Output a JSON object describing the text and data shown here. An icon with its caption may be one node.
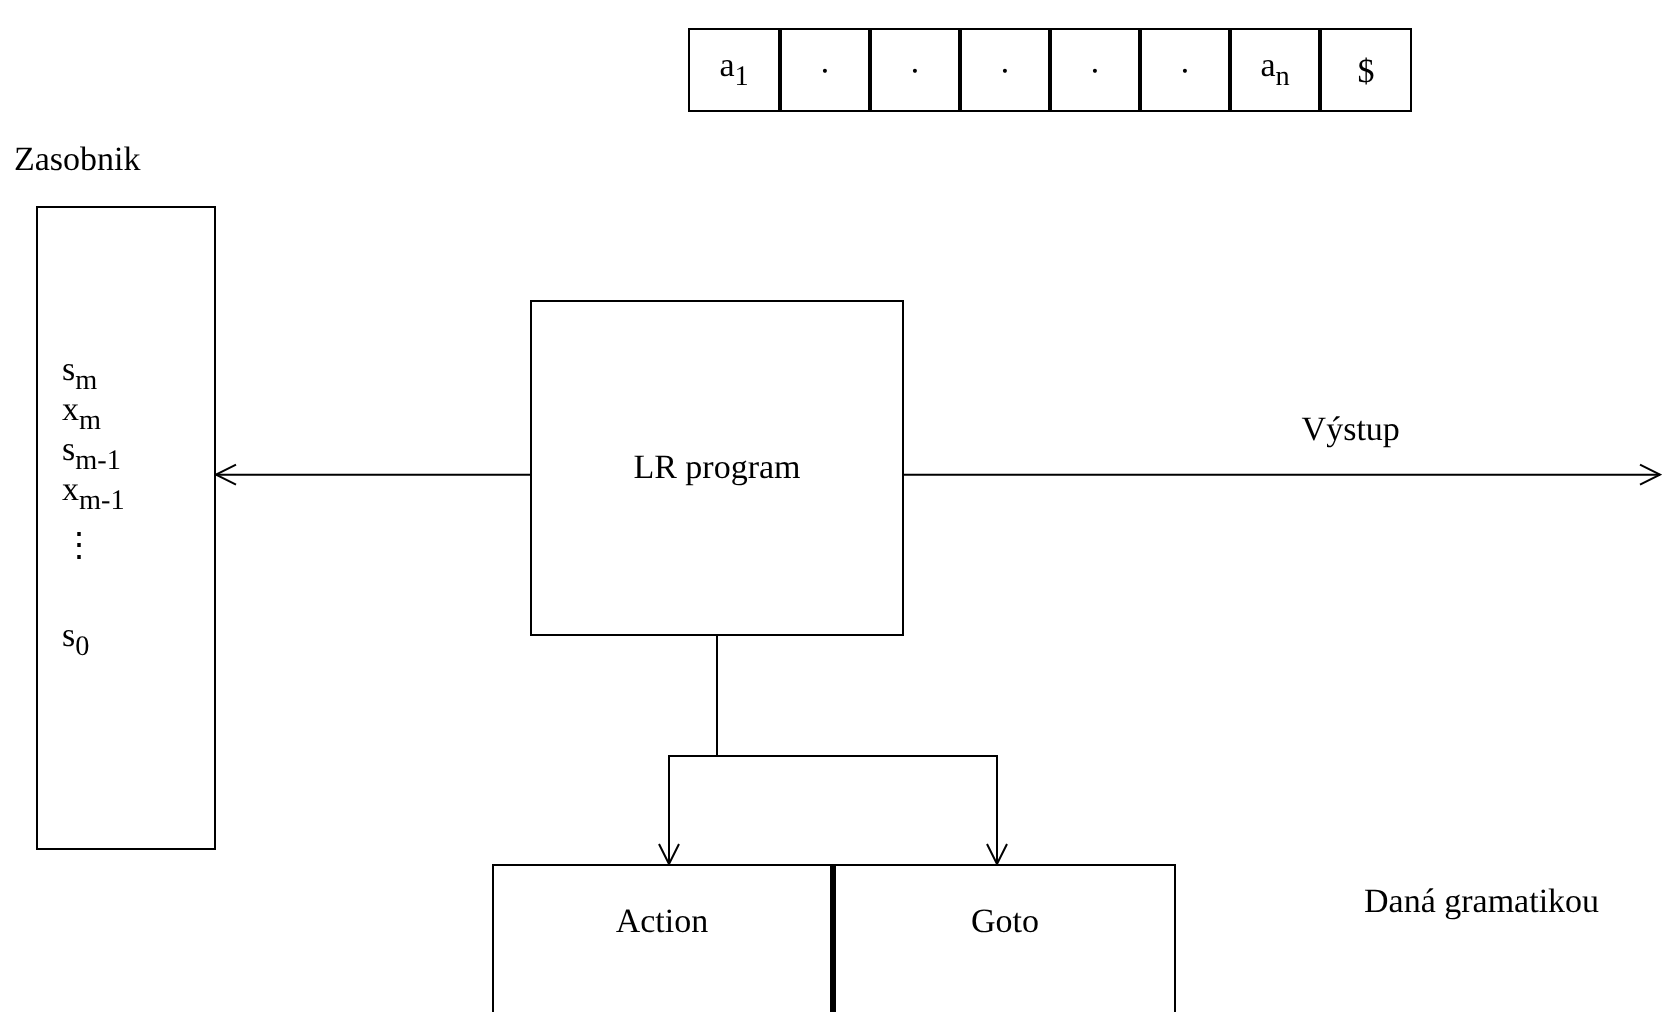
{
  "diagram": {
    "nodes": [
      {
        "text": [
          "a$_{1}$"
        ]
      },
      {
        "text": [
          "·"
        ]
      },
      {
        "text": [
          "·"
        ]
      },
      {
        "text": [
          "·"
        ]
      },
      {
        "text": [
          "·"
        ]
      },
      {
        "text": [
          "·"
        ]
      },
      {
        "text": [
          "a$_{n}$"
        ]
      },
      {
        "text": [
          "$"
        ]
      },
      {
        "text": [
          "Zasobnik",
          "s$_{m}$",
          "x$_{m}$",
          "s$_{m-1}$",
          "x$_{m-1}$",
          "⋮",
          "s$_{0}$"
        ]
      },
      {
        "text": [
          "LR program"
        ]
      },
      {
        "text": [
          "Action"
        ]
      },
      {
        "text": [
          "Goto"
        ]
      }
    ],
    "edges": [
      {
        "from": 9,
        "to": 8,
        "arrow": "to"
      },
      {
        "from": 9,
        "to": null,
        "arrow": "to",
        "label": "Výstup"
      },
      {
        "from": 9,
        "to": 10,
        "arrow": "to"
      },
      {
        "from": 9,
        "to": 11,
        "arrow": "to"
      }
    ],
    "labels": [
      "Daná gramatikou"
    ]
  }
}
